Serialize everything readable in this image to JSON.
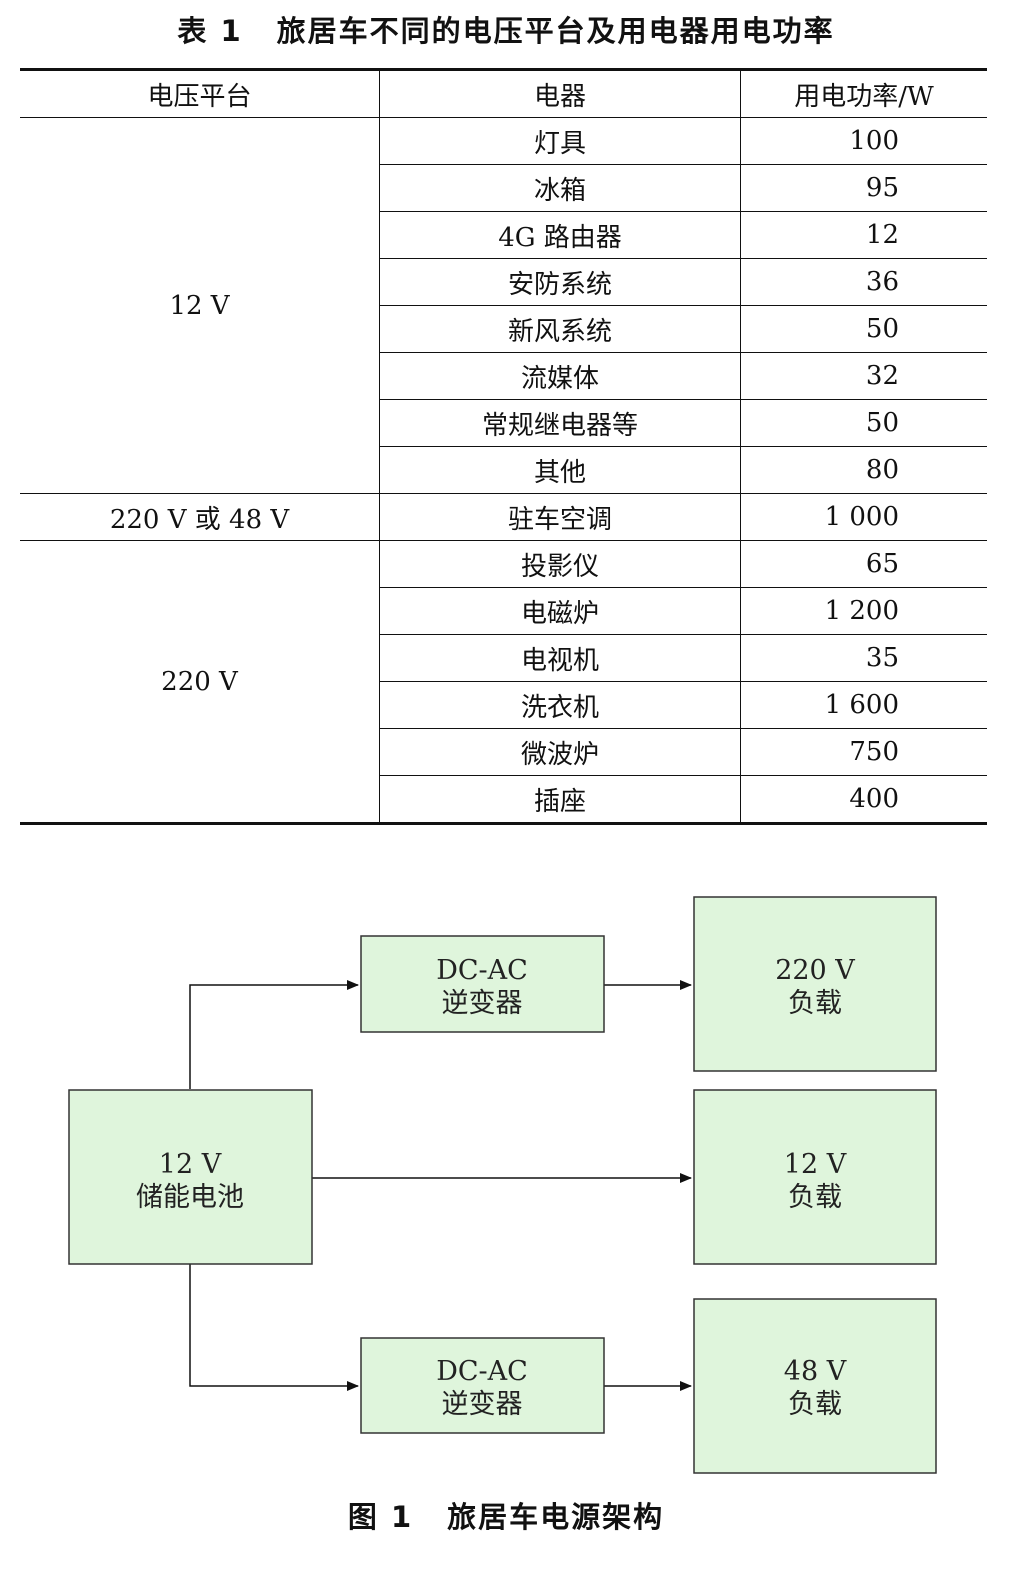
{
  "table": {
    "caption_num": "表 1",
    "caption_title": "旅居车不同的电压平台及用电器用电功率",
    "headers": [
      "电压平台",
      "电器",
      "用电功率/W"
    ],
    "groups": [
      {
        "platform": "12 V",
        "rows": [
          {
            "device": "灯具",
            "power": "100"
          },
          {
            "device": "冰箱",
            "power": "95"
          },
          {
            "device": "4G 路由器",
            "power": "12"
          },
          {
            "device": "安防系统",
            "power": "36"
          },
          {
            "device": "新风系统",
            "power": "50"
          },
          {
            "device": "流媒体",
            "power": "32"
          },
          {
            "device": "常规继电器等",
            "power": "50"
          },
          {
            "device": "其他",
            "power": "80"
          }
        ]
      },
      {
        "platform": "220 V 或 48 V",
        "rows": [
          {
            "device": "驻车空调",
            "power": "1 000"
          }
        ]
      },
      {
        "platform": "220 V",
        "rows": [
          {
            "device": "投影仪",
            "power": "65"
          },
          {
            "device": "电磁炉",
            "power": "1 200"
          },
          {
            "device": "电视机",
            "power": "35"
          },
          {
            "device": "洗衣机",
            "power": "1 600"
          },
          {
            "device": "微波炉",
            "power": "750"
          },
          {
            "device": "插座",
            "power": "400"
          }
        ]
      }
    ]
  },
  "diagram": {
    "battery": {
      "line1": "12 V",
      "line2": "储能电池"
    },
    "inverter_top": {
      "line1": "DC-AC",
      "line2": "逆变器"
    },
    "inverter_bottom": {
      "line1": "DC-AC",
      "line2": "逆变器"
    },
    "load_220": {
      "line1": "220 V",
      "line2": "负载"
    },
    "load_12": {
      "line1": "12 V",
      "line2": "负载"
    },
    "load_48": {
      "line1": "48 V",
      "line2": "负载"
    },
    "colors": {
      "box_fill": "#dff5dc",
      "stroke": "#333333"
    }
  },
  "figure": {
    "caption_num": "图 1",
    "caption_title": "旅居车电源架构"
  }
}
